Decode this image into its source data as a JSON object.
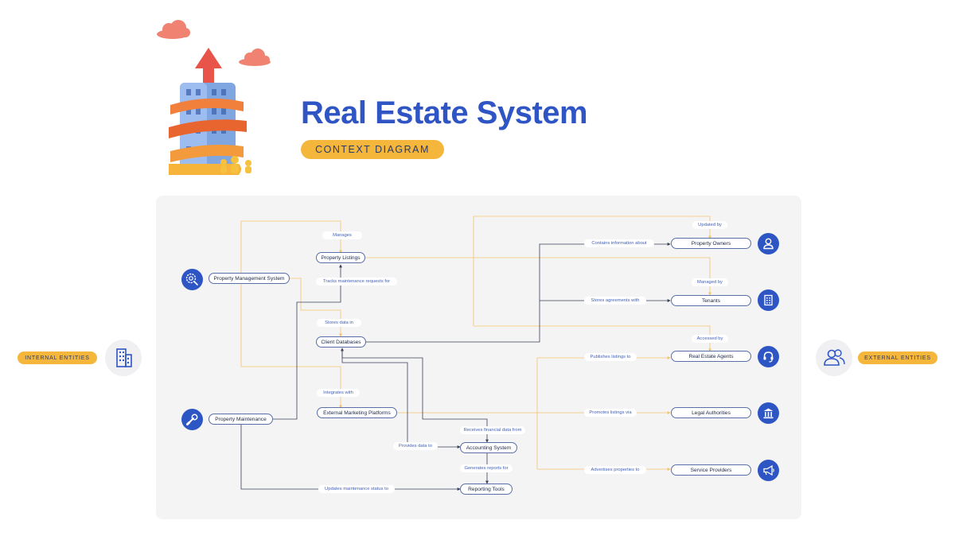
{
  "header": {
    "title": "Real Estate System",
    "subtitle": "CONTEXT DIAGRAM"
  },
  "side_labels": {
    "internal": "INTERNAL ENTITIES",
    "external": "EXTERNAL ENTITIES"
  },
  "nodes": {
    "property_management_system": "Property Management System",
    "property_maintenance": "Property Maintenance",
    "property_listings": "Property Listings",
    "client_databases": "Client Databases",
    "external_marketing_platforms": "External Marketing Platforms",
    "accounting_system": "Accounting System",
    "reporting_tools": "Reporting Tools",
    "property_owners": "Property Owners",
    "tenants": "Tenants",
    "real_estate_agents": "Real Estate Agents",
    "legal_authorities": "Legal Authorities",
    "service_providers": "Service Providers"
  },
  "edge_labels": {
    "manages": "Manages",
    "tracks_maintenance": "Tracks maintenance requests for",
    "stores_data_in": "Stores data in",
    "integrates_with": "Integrates with",
    "provides_data_to": "Provides data to",
    "receives_financial": "Receives financial data from",
    "generates_reports": "Generates reports for",
    "updates_maintenance": "Updates maintenance status to",
    "contains_information": "Contains information about",
    "stores_agreements": "Stores agreements with",
    "publishes_listings": "Publishes listings to",
    "promotes_listings": "Promotes listings via",
    "advertises_properties": "Advertises properties to",
    "updated_by": "Updated by",
    "managed_by": "Managed by",
    "accessed_by": "Accessed by"
  },
  "icons": {
    "property_management_system": "gear-search-icon",
    "property_maintenance": "wrench-icon",
    "property_owners": "person-icon",
    "tenants": "building-icon",
    "real_estate_agents": "headset-icon",
    "legal_authorities": "courthouse-icon",
    "service_providers": "megaphone-icon",
    "internal": "office-building-icon",
    "external": "users-icon"
  },
  "colors": {
    "primary_blue": "#2e55c4",
    "accent_yellow": "#f5b73b",
    "orange_line": "#f6c26a",
    "dark_line": "#3b4256"
  }
}
